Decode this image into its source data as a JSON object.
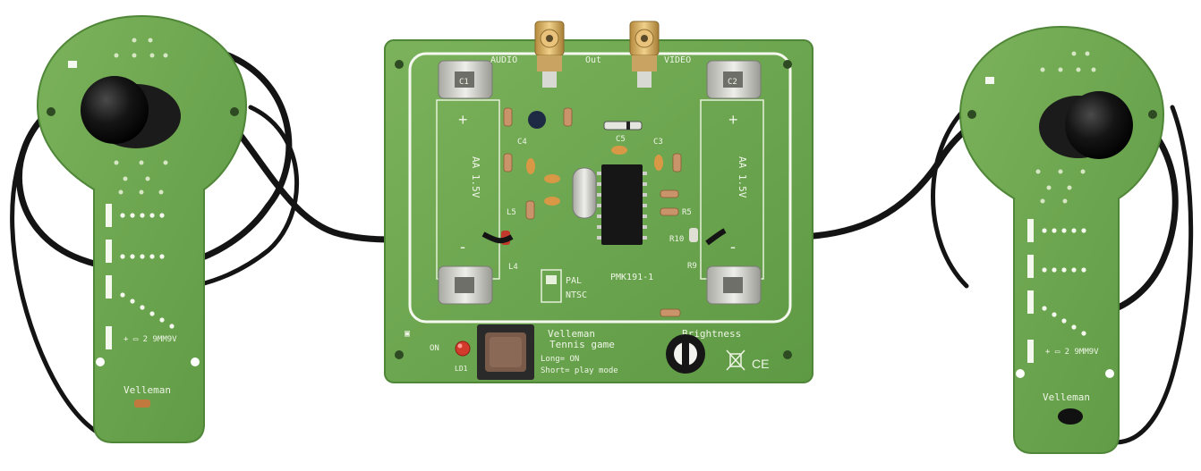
{
  "board": {
    "out_label": "Out",
    "audio_label": "AUDIO",
    "video_label": "VIDEO",
    "battery_labels": [
      "C1",
      "C2"
    ],
    "battery_type": "AA 1.5V",
    "plus_sign": "+",
    "minus_sign": "-",
    "component_labels": {
      "c4": "C4",
      "c5": "C5",
      "c3": "C3",
      "l5": "L5",
      "l4": "L4",
      "r5": "R5",
      "r10": "R10",
      "r9": "R9"
    },
    "mode_labels": [
      "PAL",
      "NTSC"
    ],
    "chip_label": "PMK191-1",
    "brand": "Velleman",
    "product": "Tennis game",
    "button_help": [
      "Long= ON",
      "Short= play mode"
    ],
    "on_label": "ON",
    "led_label": "LD1",
    "brightness_label": "Brightness",
    "marks": "CE"
  },
  "paddles": {
    "brand": "Velleman",
    "battery_note": "+ ▭ 2 9MM9V"
  },
  "colors": {
    "pcb": "#6fa650",
    "pcb_edge": "#4f8638",
    "silk": "#eef5e6",
    "cable": "#141414",
    "metal": "#c9c9c2",
    "rca_gold": "#d8b06a"
  }
}
